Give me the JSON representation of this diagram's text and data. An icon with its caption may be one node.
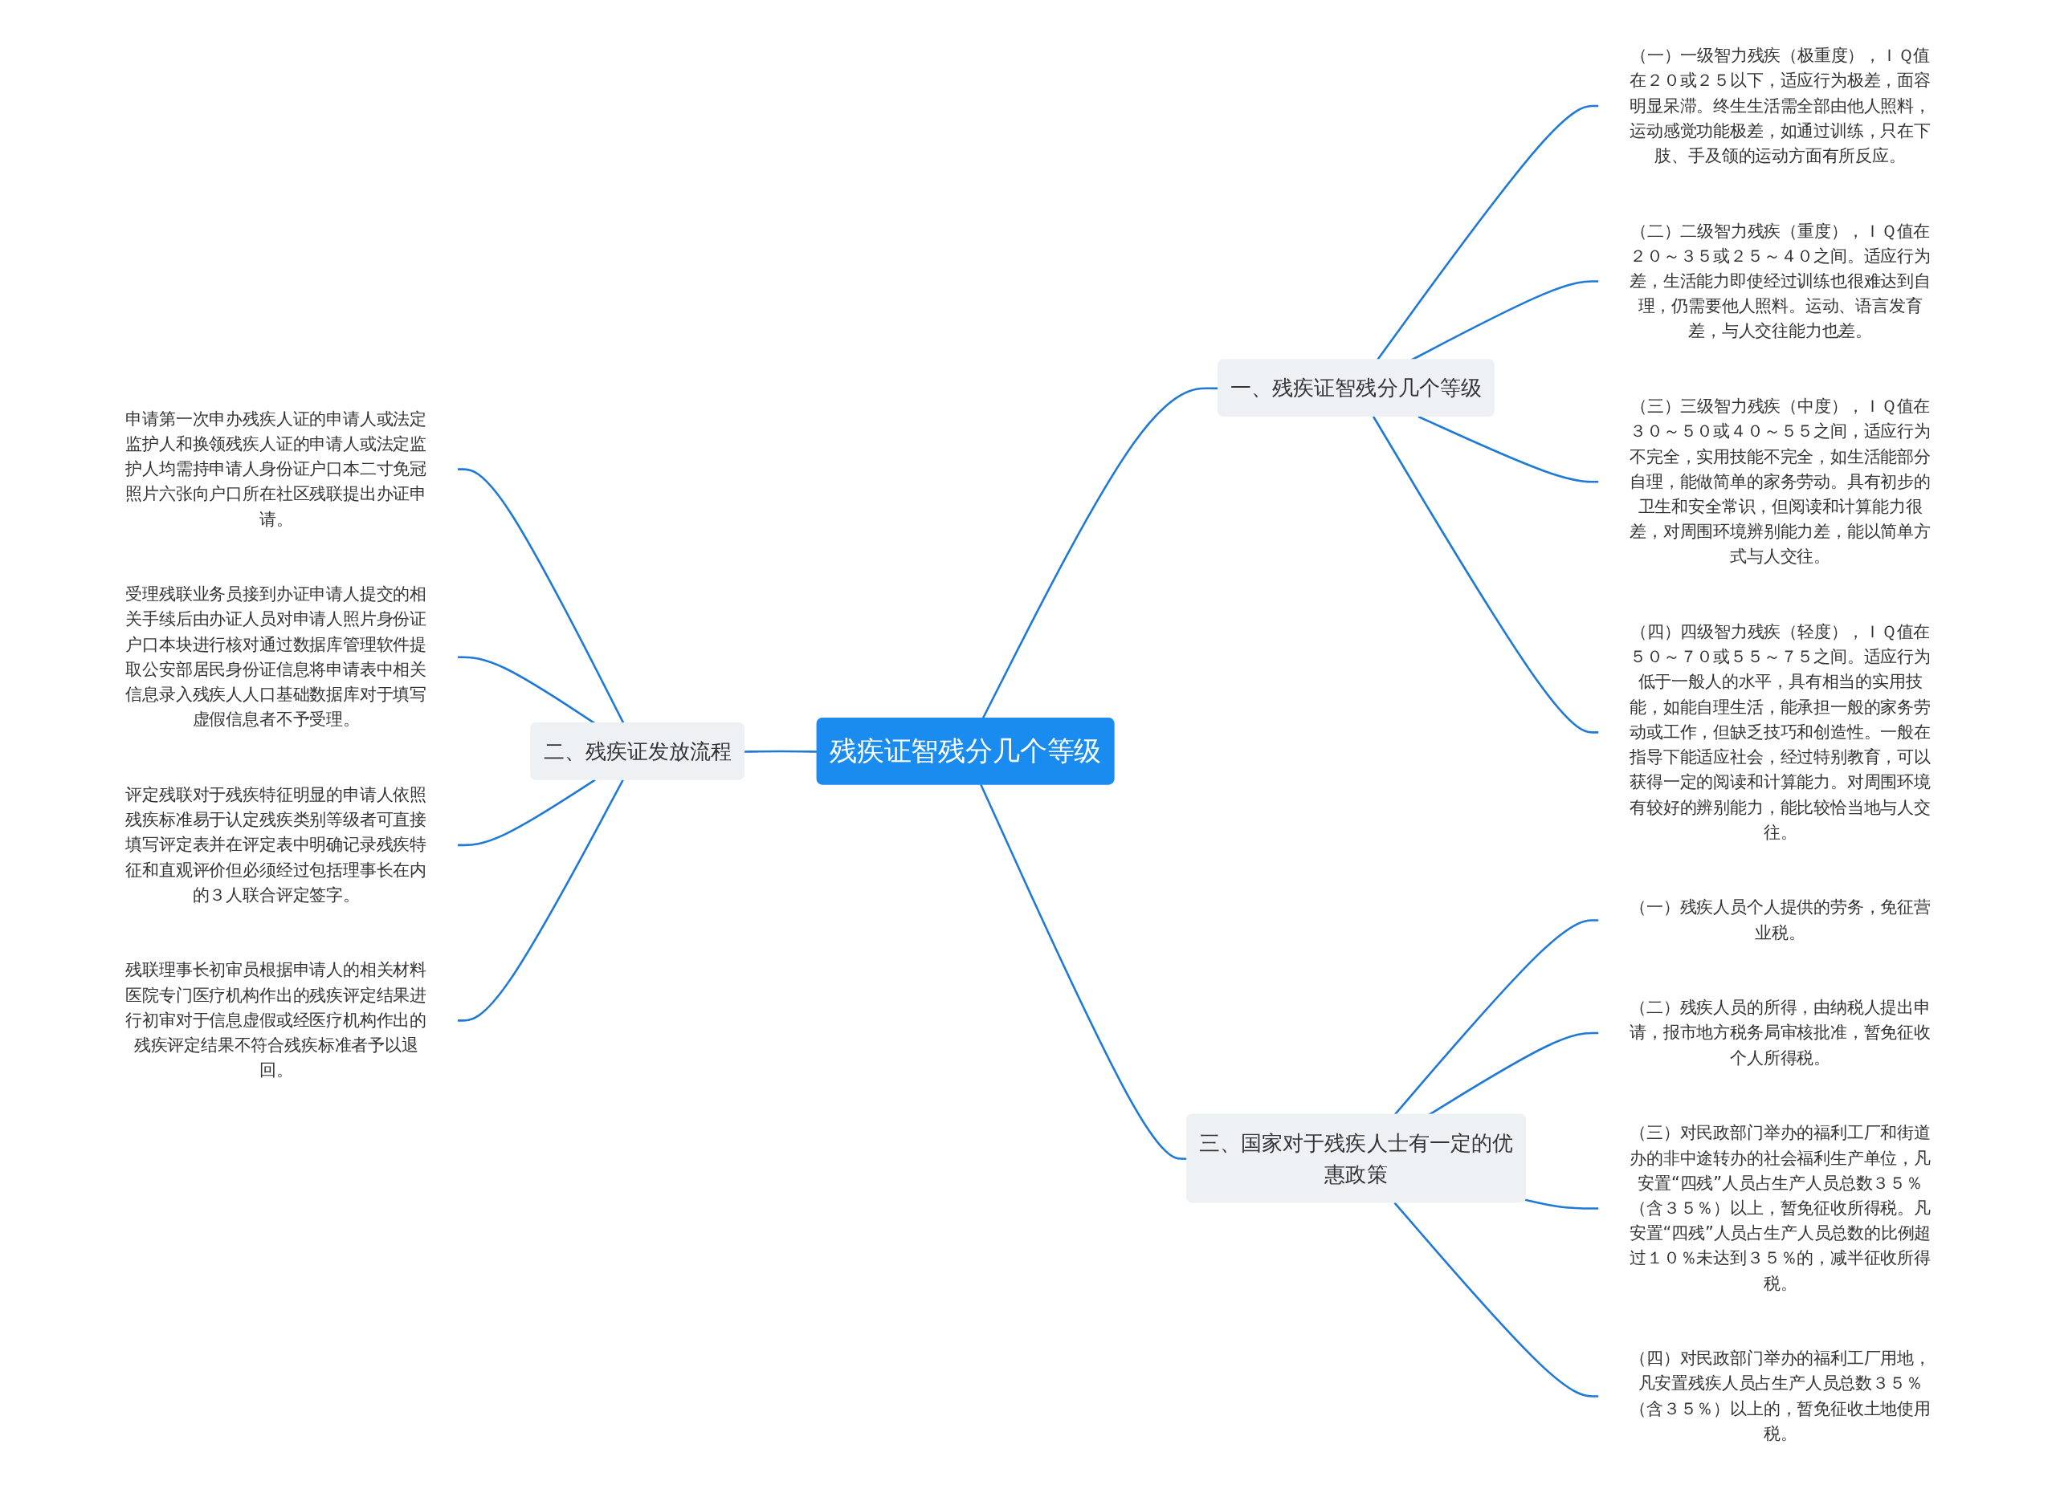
{
  "diagram": {
    "nodes": [
      {
        "text": [
          "残疾证智残分几个等级"
        ]
      },
      {
        "text": [
          "一、残疾证智残分几个等级"
        ]
      },
      {
        "text": [
          "（一）一级智力残疾（极重度），ＩＱ值在２０或２５以下，适应行为极差，面容明显呆滞。终生生活需全部由他人照料，运动感觉功能极差，如通过训练，只在下肢、手及颌的运动方面有所反应。"
        ]
      },
      {
        "text": [
          "（二）二级智力残疾（重度），ＩＱ值在２０～３５或２５～４０之间。适应行为差，生活能力即使经过训练也很难达到自理，仍需要他人照料。运动、语言发育差，与人交往能力也差。"
        ]
      },
      {
        "text": [
          "（三）三级智力残疾（中度），ＩＱ值在３０～５０或４０～５５之间，适应行为不完全，实用技能不完全，如生活能部分自理，能做简单的家务劳动。具有初步的卫生和安全常识，但阅读和计算能力很差，对周围环境辨别能力差，能以简单方式与人交往。"
        ]
      },
      {
        "text": [
          "（四）四级智力残疾（轻度），ＩＱ值在５０～７０或５５～７５之间。适应行为低于一般人的水平，具有相当的实用技能，如能自理生活，能承担一般的家务劳动或工作，但缺乏技巧和创造性。一般在指导下能适应社会，经过特别教育，可以获得一定的阅读和计算能力。对周围环境有较好的辨别能力，能比较恰当地与人交往。"
        ]
      },
      {
        "text": [
          "二、残疾证发放流程"
        ]
      },
      {
        "text": [
          "申请第一次申办残疾人证的申请人或法定监护人和换领残疾人证的申请人或法定监护人均需持申请人身份证户口本二寸免冠照片六张向户口所在社区残联提出办证申请。"
        ]
      },
      {
        "text": [
          "受理残联业务员接到办证申请人提交的相关手续后由办证人员对申请人照片身份证户口本块进行核对通过数据库管理软件提取公安部居民身份证信息将申请表中相关信息录入残疾人人口基础数据库对于填写虚假信息者不予受理。"
        ]
      },
      {
        "text": [
          "评定残联对于残疾特征明显的申请人依照残疾标准易于认定残疾类别等级者可直接填写评定表并在评定表中明确记录残疾特征和直观评价但必须经过包括理事长在内的３人联合评定签字。"
        ]
      },
      {
        "text": [
          "残联理事长初审员根据申请人的相关材料医院专门医疗机构作出的残疾评定结果进行初审对于信息虚假或经医疗机构作出的残疾评定结果不符合残疾标准者予以退回。"
        ]
      },
      {
        "text": [
          "三、国家对于残疾人士有一定的优惠政策"
        ]
      },
      {
        "text": [
          "（一）残疾人员个人提供的劳务，免征营业税。"
        ]
      },
      {
        "text": [
          "（二）残疾人员的所得，由纳税人提出申请，报市地方税务局审核批准，暂免征收个人所得税。"
        ]
      },
      {
        "text": [
          "（三）对民政部门举办的福利工厂和街道办的非中途转办的社会福利生产单位，凡安置“四残”人员占生产人员总数３５％（含３５％）以上，暂免征收所得税。凡安置“四残”人员占生产人员总数的比例超过１０％未达到３５％的，减半征收所得税。"
        ]
      },
      {
        "text": [
          "（四）对民政部门举办的福利工厂用地，凡安置残疾人员占生产人员总数３５％（含３５％）以上的，暂免征收土地使用税。"
        ]
      }
    ],
    "edges": [
      {
        "from": 0,
        "to": 1,
        "arrow": "none"
      },
      {
        "from": 1,
        "to": 2,
        "arrow": "none"
      },
      {
        "from": 1,
        "to": 3,
        "arrow": "none"
      },
      {
        "from": 1,
        "to": 4,
        "arrow": "none"
      },
      {
        "from": 1,
        "to": 5,
        "arrow": "none"
      },
      {
        "from": 6,
        "to": 0,
        "arrow": "none"
      },
      {
        "from": 7,
        "to": 6,
        "arrow": "none"
      },
      {
        "from": 8,
        "to": 6,
        "arrow": "none"
      },
      {
        "from": 9,
        "to": 6,
        "arrow": "none"
      },
      {
        "from": 10,
        "to": 6,
        "arrow": "none"
      },
      {
        "from": 0,
        "to": 11,
        "arrow": "none"
      },
      {
        "from": 11,
        "to": 12,
        "arrow": "none"
      },
      {
        "from": 11,
        "to": 13,
        "arrow": "none"
      },
      {
        "from": 11,
        "to": 14,
        "arrow": "none"
      },
      {
        "from": 11,
        "to": 15,
        "arrow": "none"
      }
    ]
  }
}
